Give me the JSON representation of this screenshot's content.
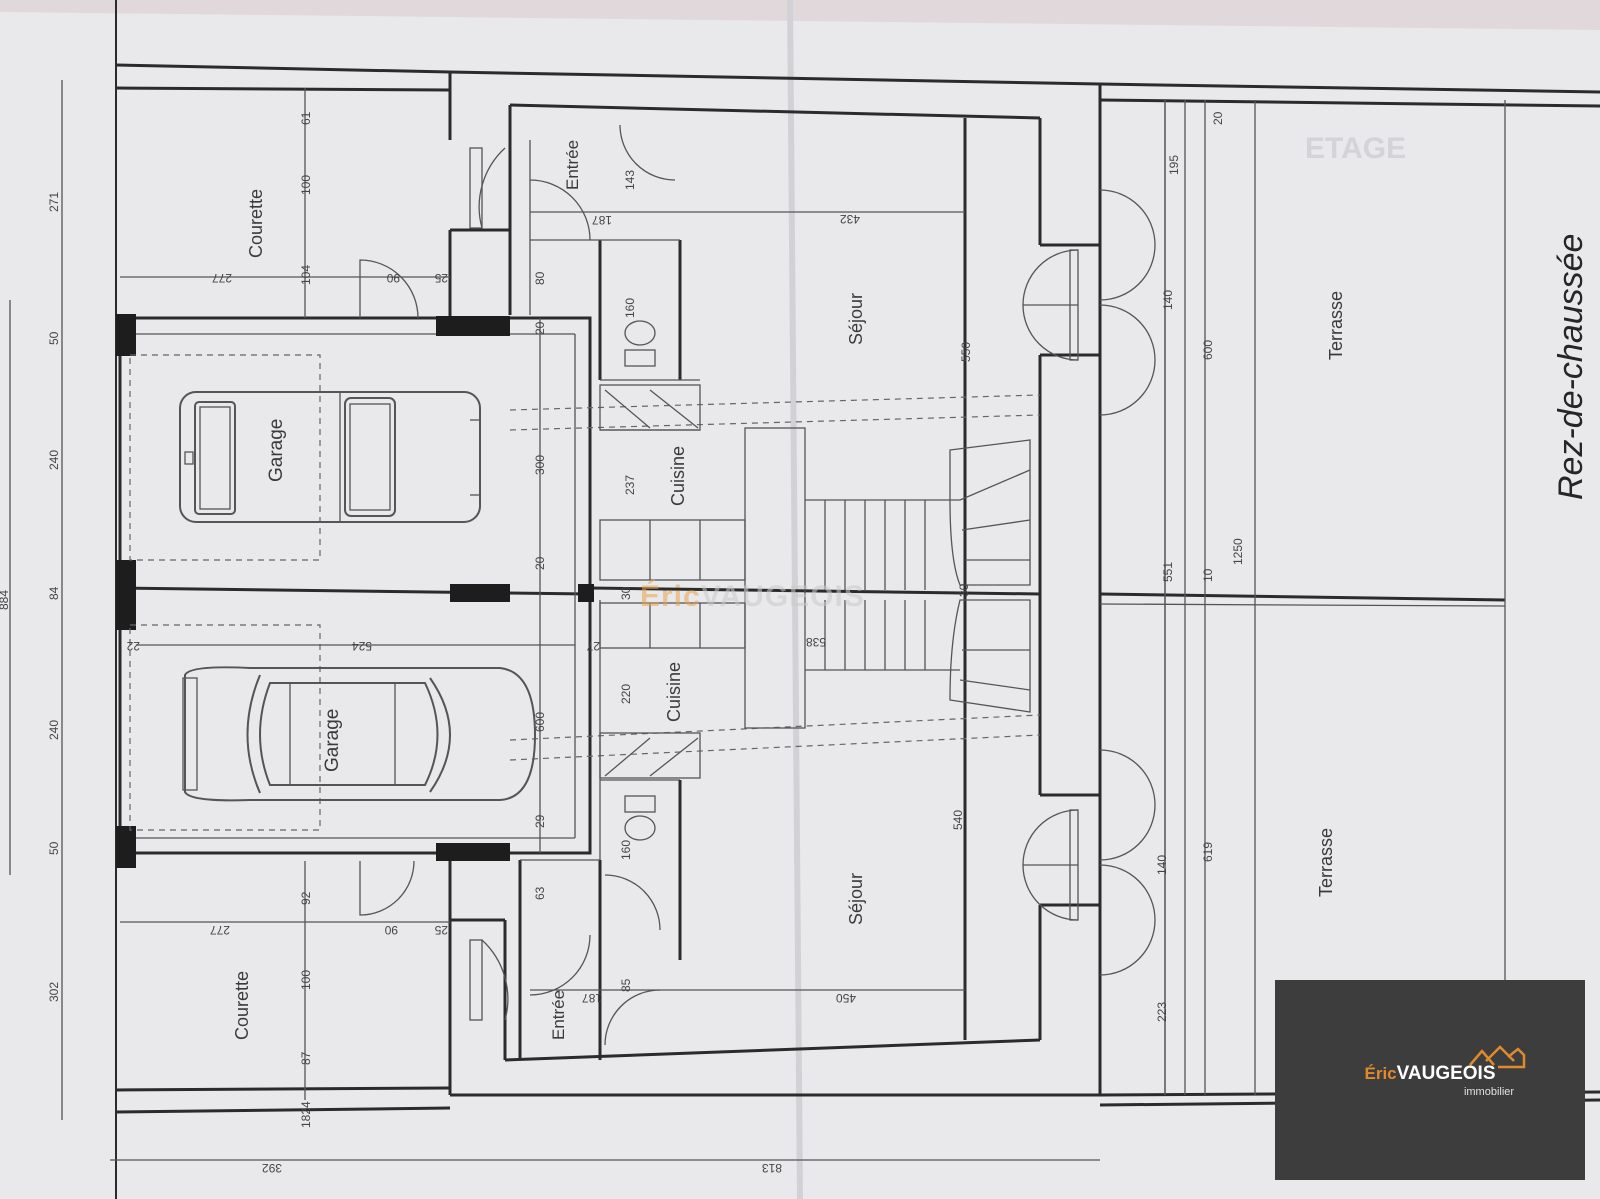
{
  "plan": {
    "title": "Rez-de-chaussée",
    "faded_label": "ETAGE",
    "rooms": {
      "courette": "Courette",
      "garage": "Garage",
      "entree": "Entrée",
      "sejour": "Séjour",
      "cuisine": "Cuisine",
      "terrasse": "Terrasse"
    },
    "dims": {
      "d271": "271",
      "d50": "50",
      "d240": "240",
      "d84": "84",
      "d302": "302",
      "d884": "884",
      "d61": "61",
      "d100": "100",
      "d104": "104",
      "d277": "277",
      "d90": "90",
      "d25": "25",
      "d80": "80",
      "d143": "143",
      "d187": "187",
      "d160": "160",
      "d432": "432",
      "d550": "550",
      "d20": "20",
      "d300": "300",
      "d237": "237",
      "d30": "30",
      "d27": "27",
      "d524": "524",
      "d538": "538",
      "d220": "220",
      "d600": "600",
      "d29": "29",
      "d540": "540",
      "d92": "92",
      "d63": "63",
      "d85": "85",
      "d450": "450",
      "d87": "87",
      "d1824": "1824",
      "d392": "392",
      "d813": "813",
      "d195": "195",
      "d140": "140",
      "d551": "551",
      "d10": "10",
      "d1250": "1250",
      "d619": "619",
      "d223": "223",
      "d22": "22"
    }
  },
  "logo": {
    "first": "Éric",
    "last": "VAUGEOIS",
    "sub": "immobilier",
    "accent_color": "#e08a2c",
    "box_color": "#3e3d3d"
  }
}
